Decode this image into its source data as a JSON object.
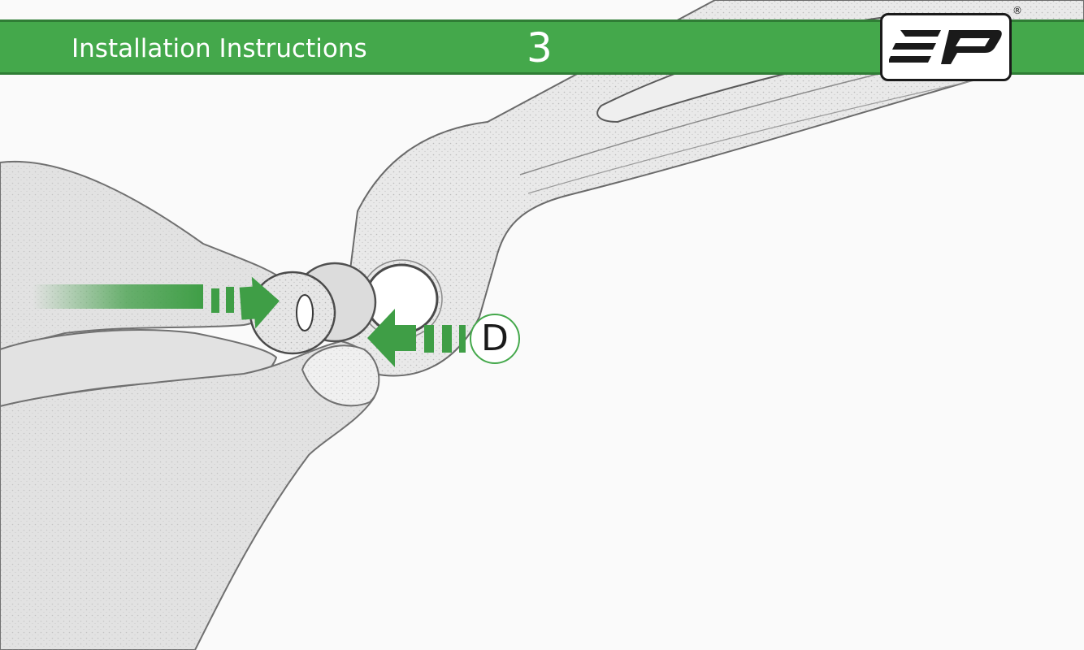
{
  "header": {
    "title": "Installation Instructions",
    "step_number": "3"
  },
  "logo": {
    "brand_mark": "EP",
    "registered_symbol": "®"
  },
  "callout": {
    "label": "D"
  },
  "colors": {
    "header_green": "#44a84b",
    "header_green_dark": "#2f7d35",
    "arrow_green": "#3f9e46",
    "text_white": "#ffffff",
    "logo_black": "#1a1a1a"
  },
  "icons": {
    "press_right_arrow": "arrow-right-icon",
    "press_left_arrow": "arrow-left-icon"
  }
}
